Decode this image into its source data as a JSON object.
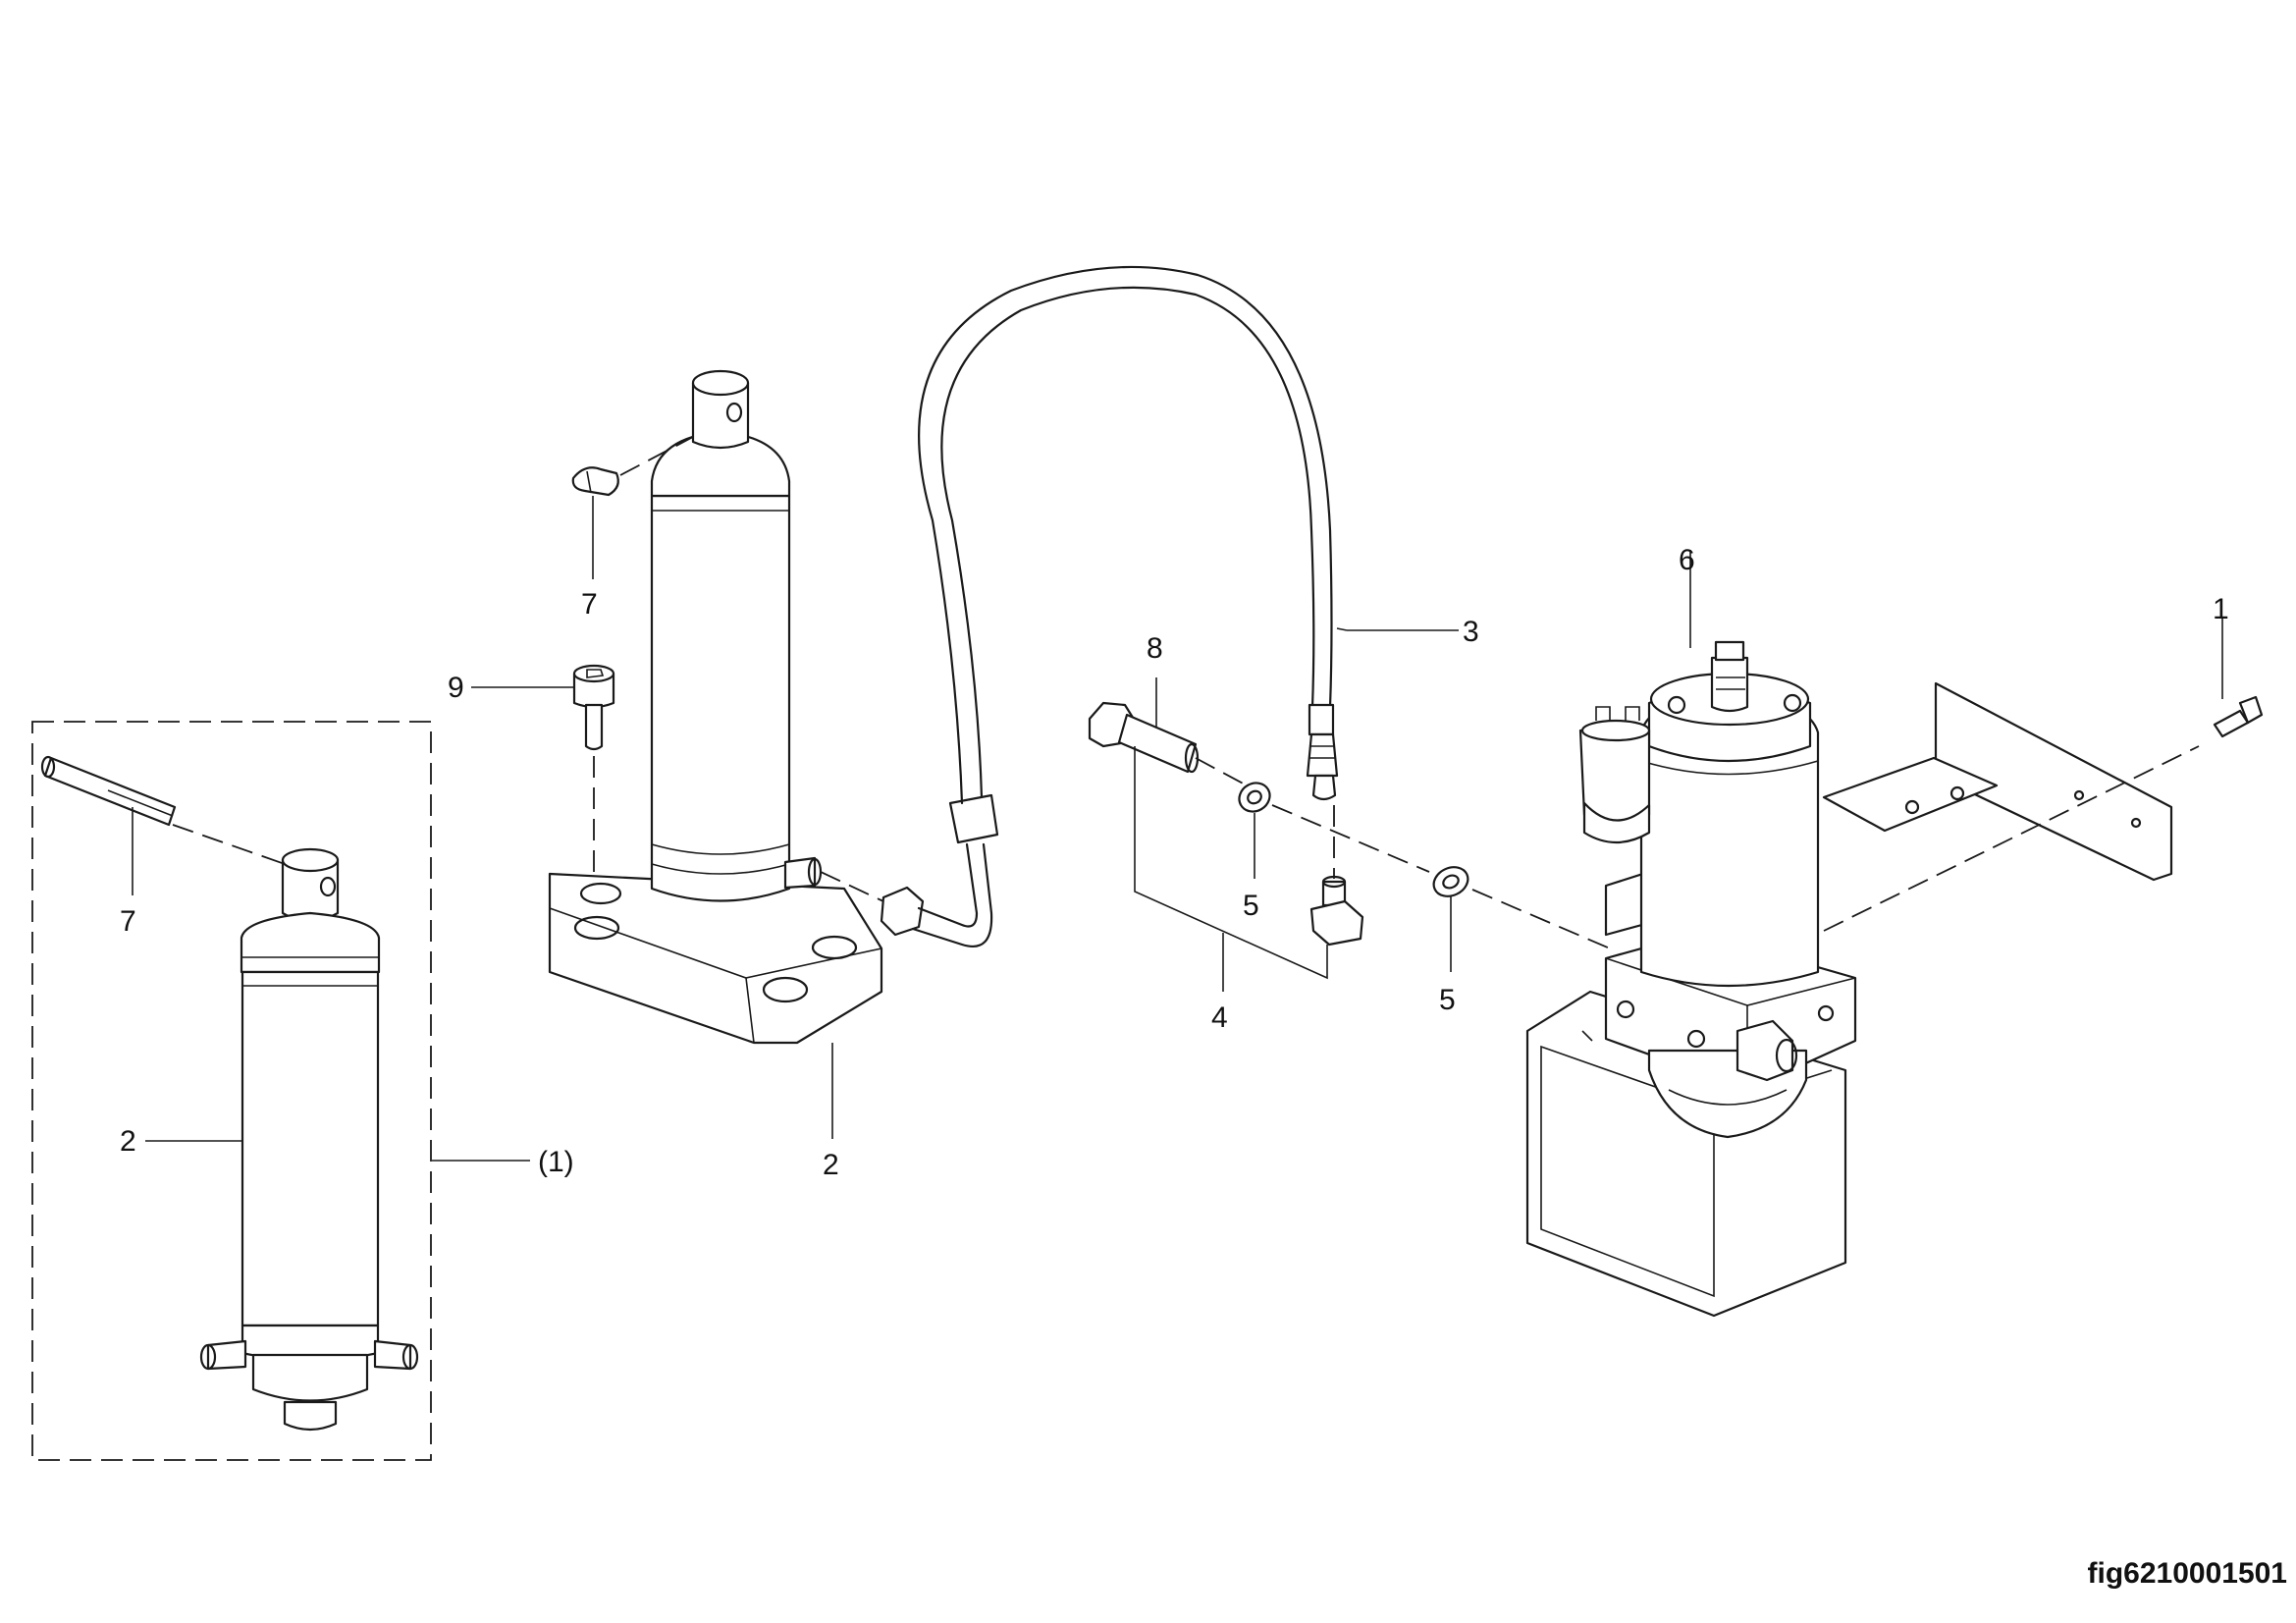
{
  "callouts": {
    "c7_left": "7",
    "c2_left": "2",
    "c1_group": "(1)",
    "c9": "9",
    "c7_mid": "7",
    "c2_mid": "2",
    "c3": "3",
    "c8": "8",
    "c5_a": "5",
    "c4": "4",
    "c5_b": "5",
    "c6": "6",
    "c1": "1"
  },
  "figure_id": "fig6210001501"
}
